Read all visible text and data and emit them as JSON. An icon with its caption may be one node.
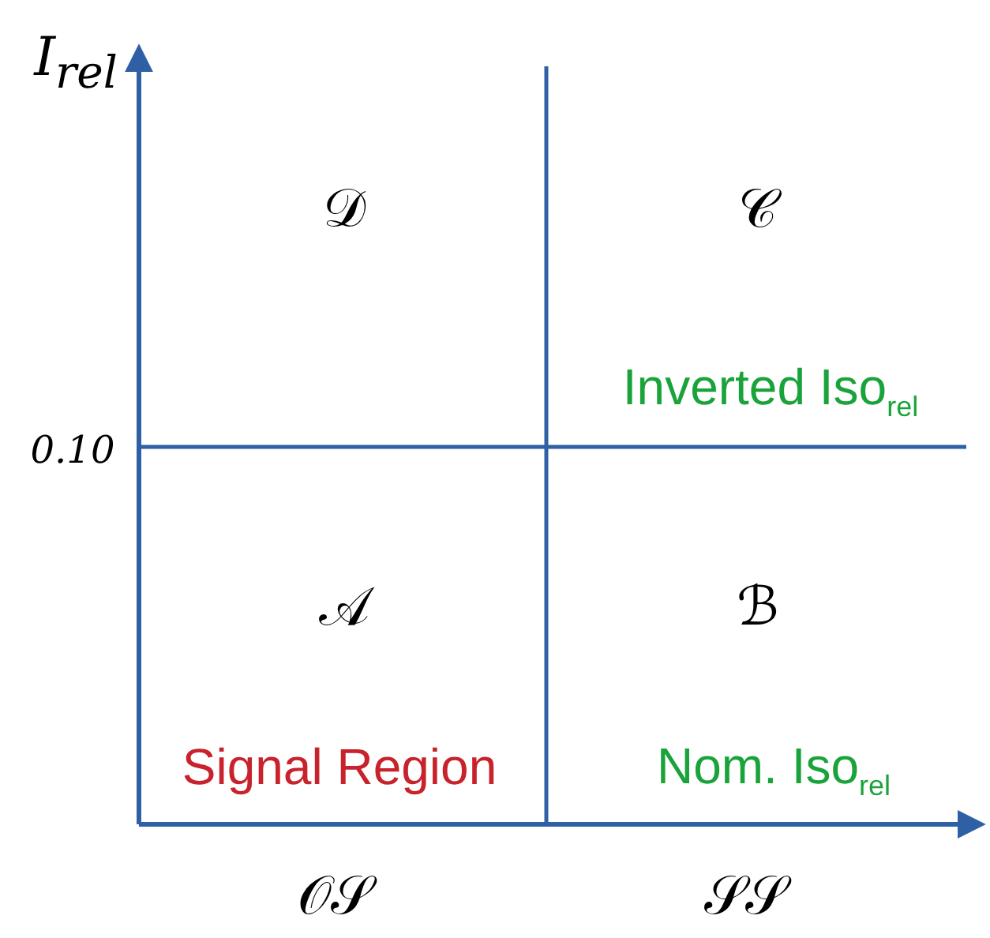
{
  "diagram": {
    "labels": [
      "I$_{rel}$",
      "𝒟",
      "𝒞",
      "Inverted Iso$_{rel}$",
      "0.10",
      "𝒜",
      "ℬ",
      "Signal Region",
      "Nom. Iso$_{rel}$",
      "𝒪𝒮",
      "𝒮𝒮"
    ]
  }
}
